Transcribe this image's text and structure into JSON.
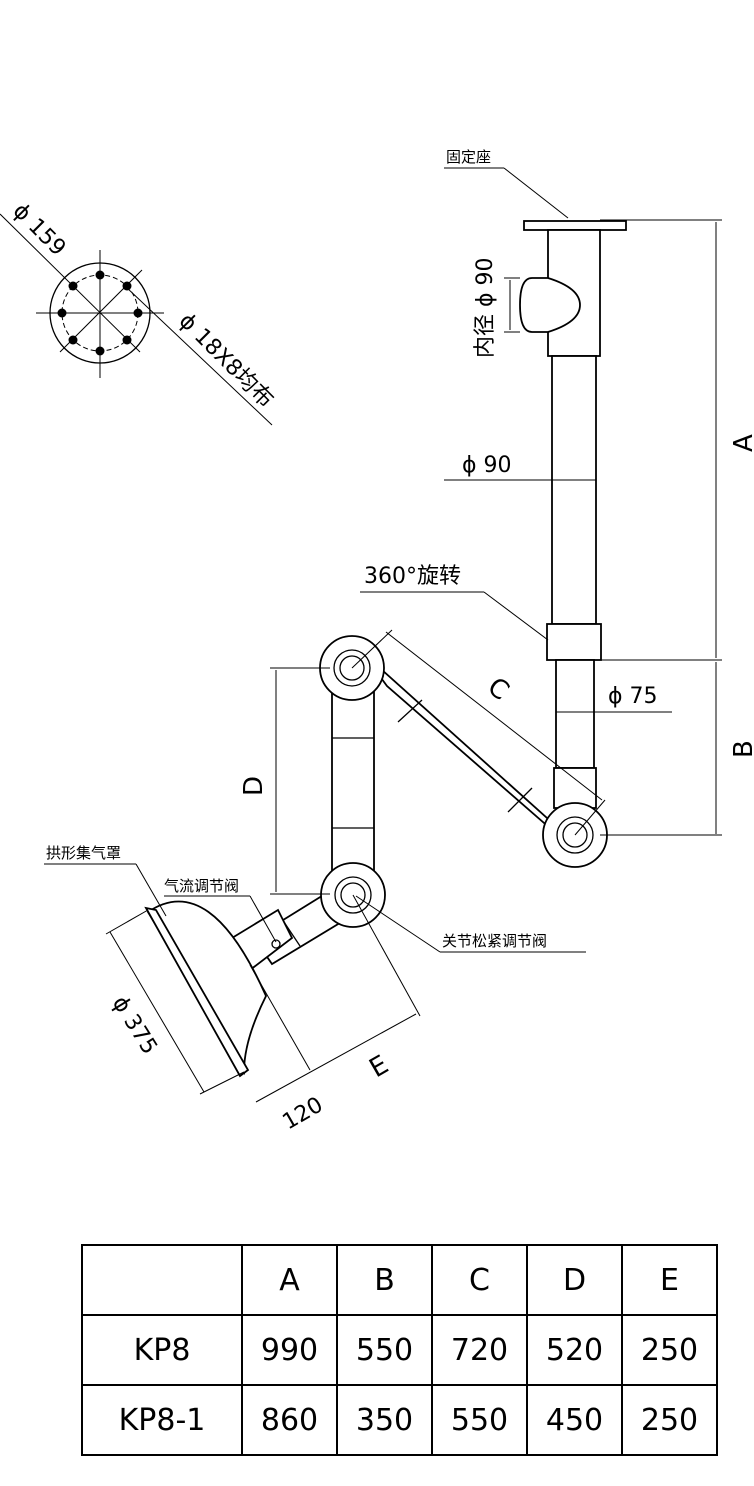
{
  "labels": {
    "mount": "固定座",
    "inner_diameter": "内径 ϕ 90",
    "pipe_diameter": "ϕ 90",
    "rotation": "360°旋转",
    "lower_pipe_diameter": "ϕ 75",
    "hood": "拱形集气罩",
    "airflow_valve": "气流调节阀",
    "joint_valve": "关节松紧调节阀",
    "flange_diameter": "ϕ 159",
    "bolt_holes": "ϕ 18X8均布",
    "hood_diameter": "ϕ 375",
    "hood_offset": "120",
    "dim_a": "A",
    "dim_b": "B",
    "dim_c": "C",
    "dim_d": "D",
    "dim_e": "E"
  },
  "table": {
    "columns": [
      "",
      "A",
      "B",
      "C",
      "D",
      "E"
    ],
    "rows": [
      {
        "model": "KP8",
        "values": [
          "990",
          "550",
          "720",
          "520",
          "250"
        ]
      },
      {
        "model": "KP8-1",
        "values": [
          "860",
          "350",
          "550",
          "450",
          "250"
        ]
      }
    ]
  }
}
